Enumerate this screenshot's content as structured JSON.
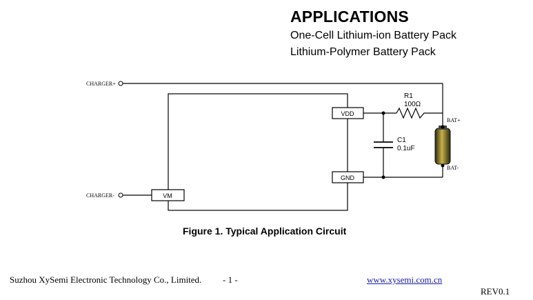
{
  "header": {
    "title": "APPLICATIONS",
    "items": [
      "One-Cell Lithium-ion Battery Pack",
      "Lithium-Polymer Battery Pack"
    ]
  },
  "circuit": {
    "charger_plus": "CHARGER+",
    "charger_minus": "CHARGER-",
    "pin_vdd": "VDD",
    "pin_gnd": "GND",
    "pin_vm": "VM",
    "r1_name": "R1",
    "r1_value": "100Ω",
    "c1_name": "C1",
    "c1_value": "0.1uF",
    "bat_plus": "BAT+",
    "bat_minus": "BAT-",
    "battery_color": "#c9b04a"
  },
  "figure": {
    "caption": "Figure 1.  Typical Application Circuit"
  },
  "footer": {
    "company": "Suzhou XySemi Electronic Technology Co., Limited.",
    "page": "- 1 -",
    "url": "www.xysemi.com.cn",
    "revision": "REV0.1"
  }
}
